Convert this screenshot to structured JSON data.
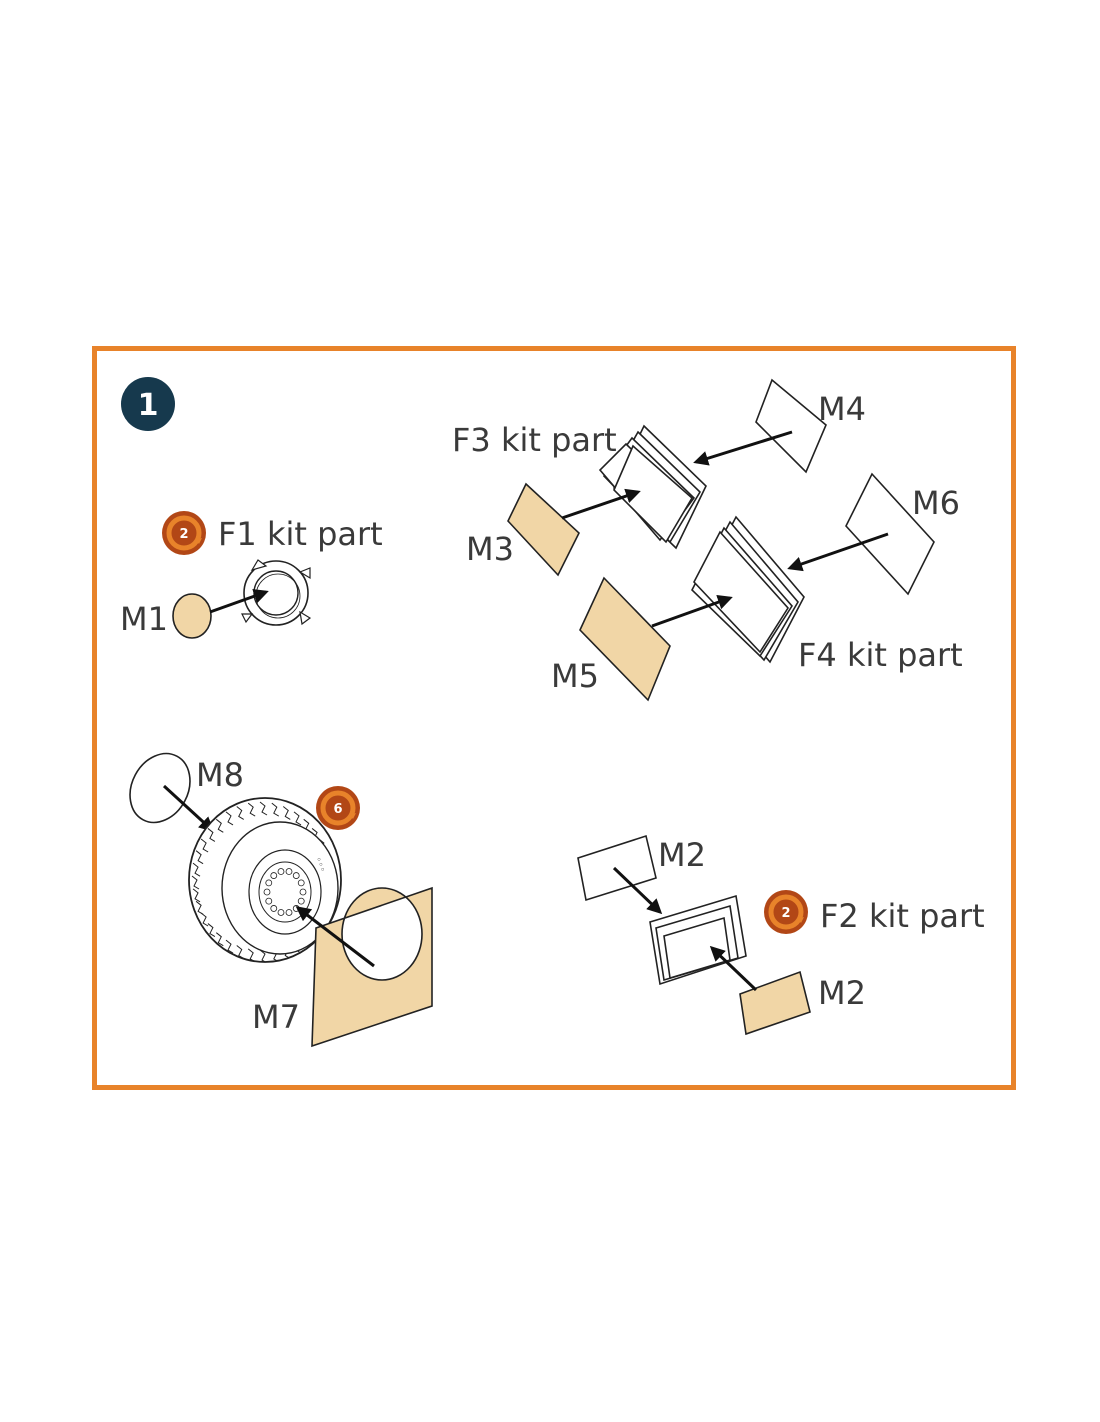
{
  "step": {
    "number": "1"
  },
  "colors": {
    "frame": "#e8832a",
    "step_badge": "#16394d",
    "photo_etch": "#f1d6a6",
    "badge_dark": "#b24716",
    "badge_mid": "#e8832a"
  },
  "labels": {
    "f1": "F1 kit part",
    "m1": "M1",
    "f3": "F3 kit part",
    "m3": "M3",
    "m4": "M4",
    "m5": "M5",
    "m6": "M6",
    "f4": "F4 kit part",
    "m8": "M8",
    "m7": "M7",
    "m2_top": "M2",
    "m2_bottom": "M2",
    "f2": "F2 kit part"
  },
  "badges": {
    "f1": "2",
    "wheel": "6",
    "f2": "2"
  },
  "icons": {
    "rotate_badge": "rotate-cycle-icon",
    "arrow": "arrow-icon"
  }
}
